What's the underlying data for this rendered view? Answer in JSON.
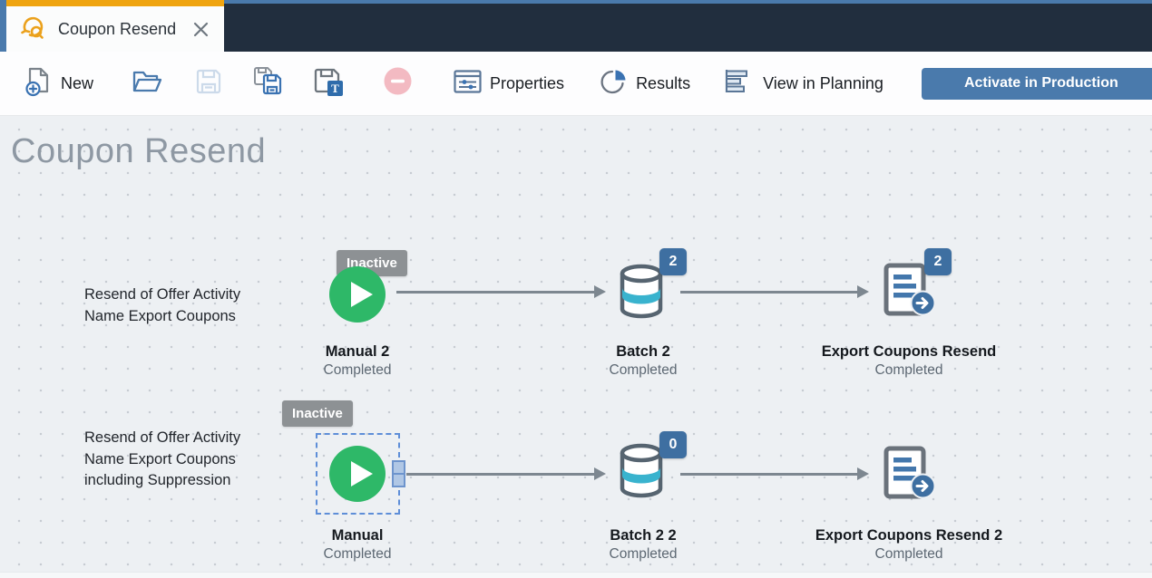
{
  "tab": {
    "title": "Coupon Resend"
  },
  "toolbar": {
    "new": "New",
    "properties": "Properties",
    "results": "Results",
    "view_in_planning": "View in Planning",
    "activate_in_production": "Activate in Production"
  },
  "page": {
    "title": "Coupon Resend"
  },
  "flows": [
    {
      "description": "Resend of Offer Activity Name Export Coupons",
      "badge": "Inactive",
      "nodes": [
        {
          "type": "manual-trigger",
          "name": "Manual 2",
          "status": "Completed"
        },
        {
          "type": "batch-database",
          "name": "Batch 2",
          "status": "Completed",
          "count": "2"
        },
        {
          "type": "export-document",
          "name": "Export Coupons Resend",
          "status": "Completed",
          "count": "2"
        }
      ]
    },
    {
      "description": "Resend of Offer Activity Name Export Coupons including Suppression",
      "badge": "Inactive",
      "nodes": [
        {
          "type": "manual-trigger",
          "name": "Manual",
          "status": "Completed",
          "selected": true
        },
        {
          "type": "batch-database",
          "name": "Batch 2 2",
          "status": "Completed",
          "count": "0"
        },
        {
          "type": "export-document",
          "name": "Export Coupons Resend 2",
          "status": "Completed"
        }
      ]
    }
  ],
  "colors": {
    "tab_accent_orange": "#efa410",
    "header_navy": "#212e3e",
    "accent_blue": "#4a7aac",
    "count_badge_blue": "#3e6fa1",
    "inactive_badge_gray": "#8d9194",
    "node_green": "#2eb868",
    "database_teal": "#39b3ce",
    "arrow_gray": "#7d8790",
    "canvas_bg": "#edf0f3"
  }
}
